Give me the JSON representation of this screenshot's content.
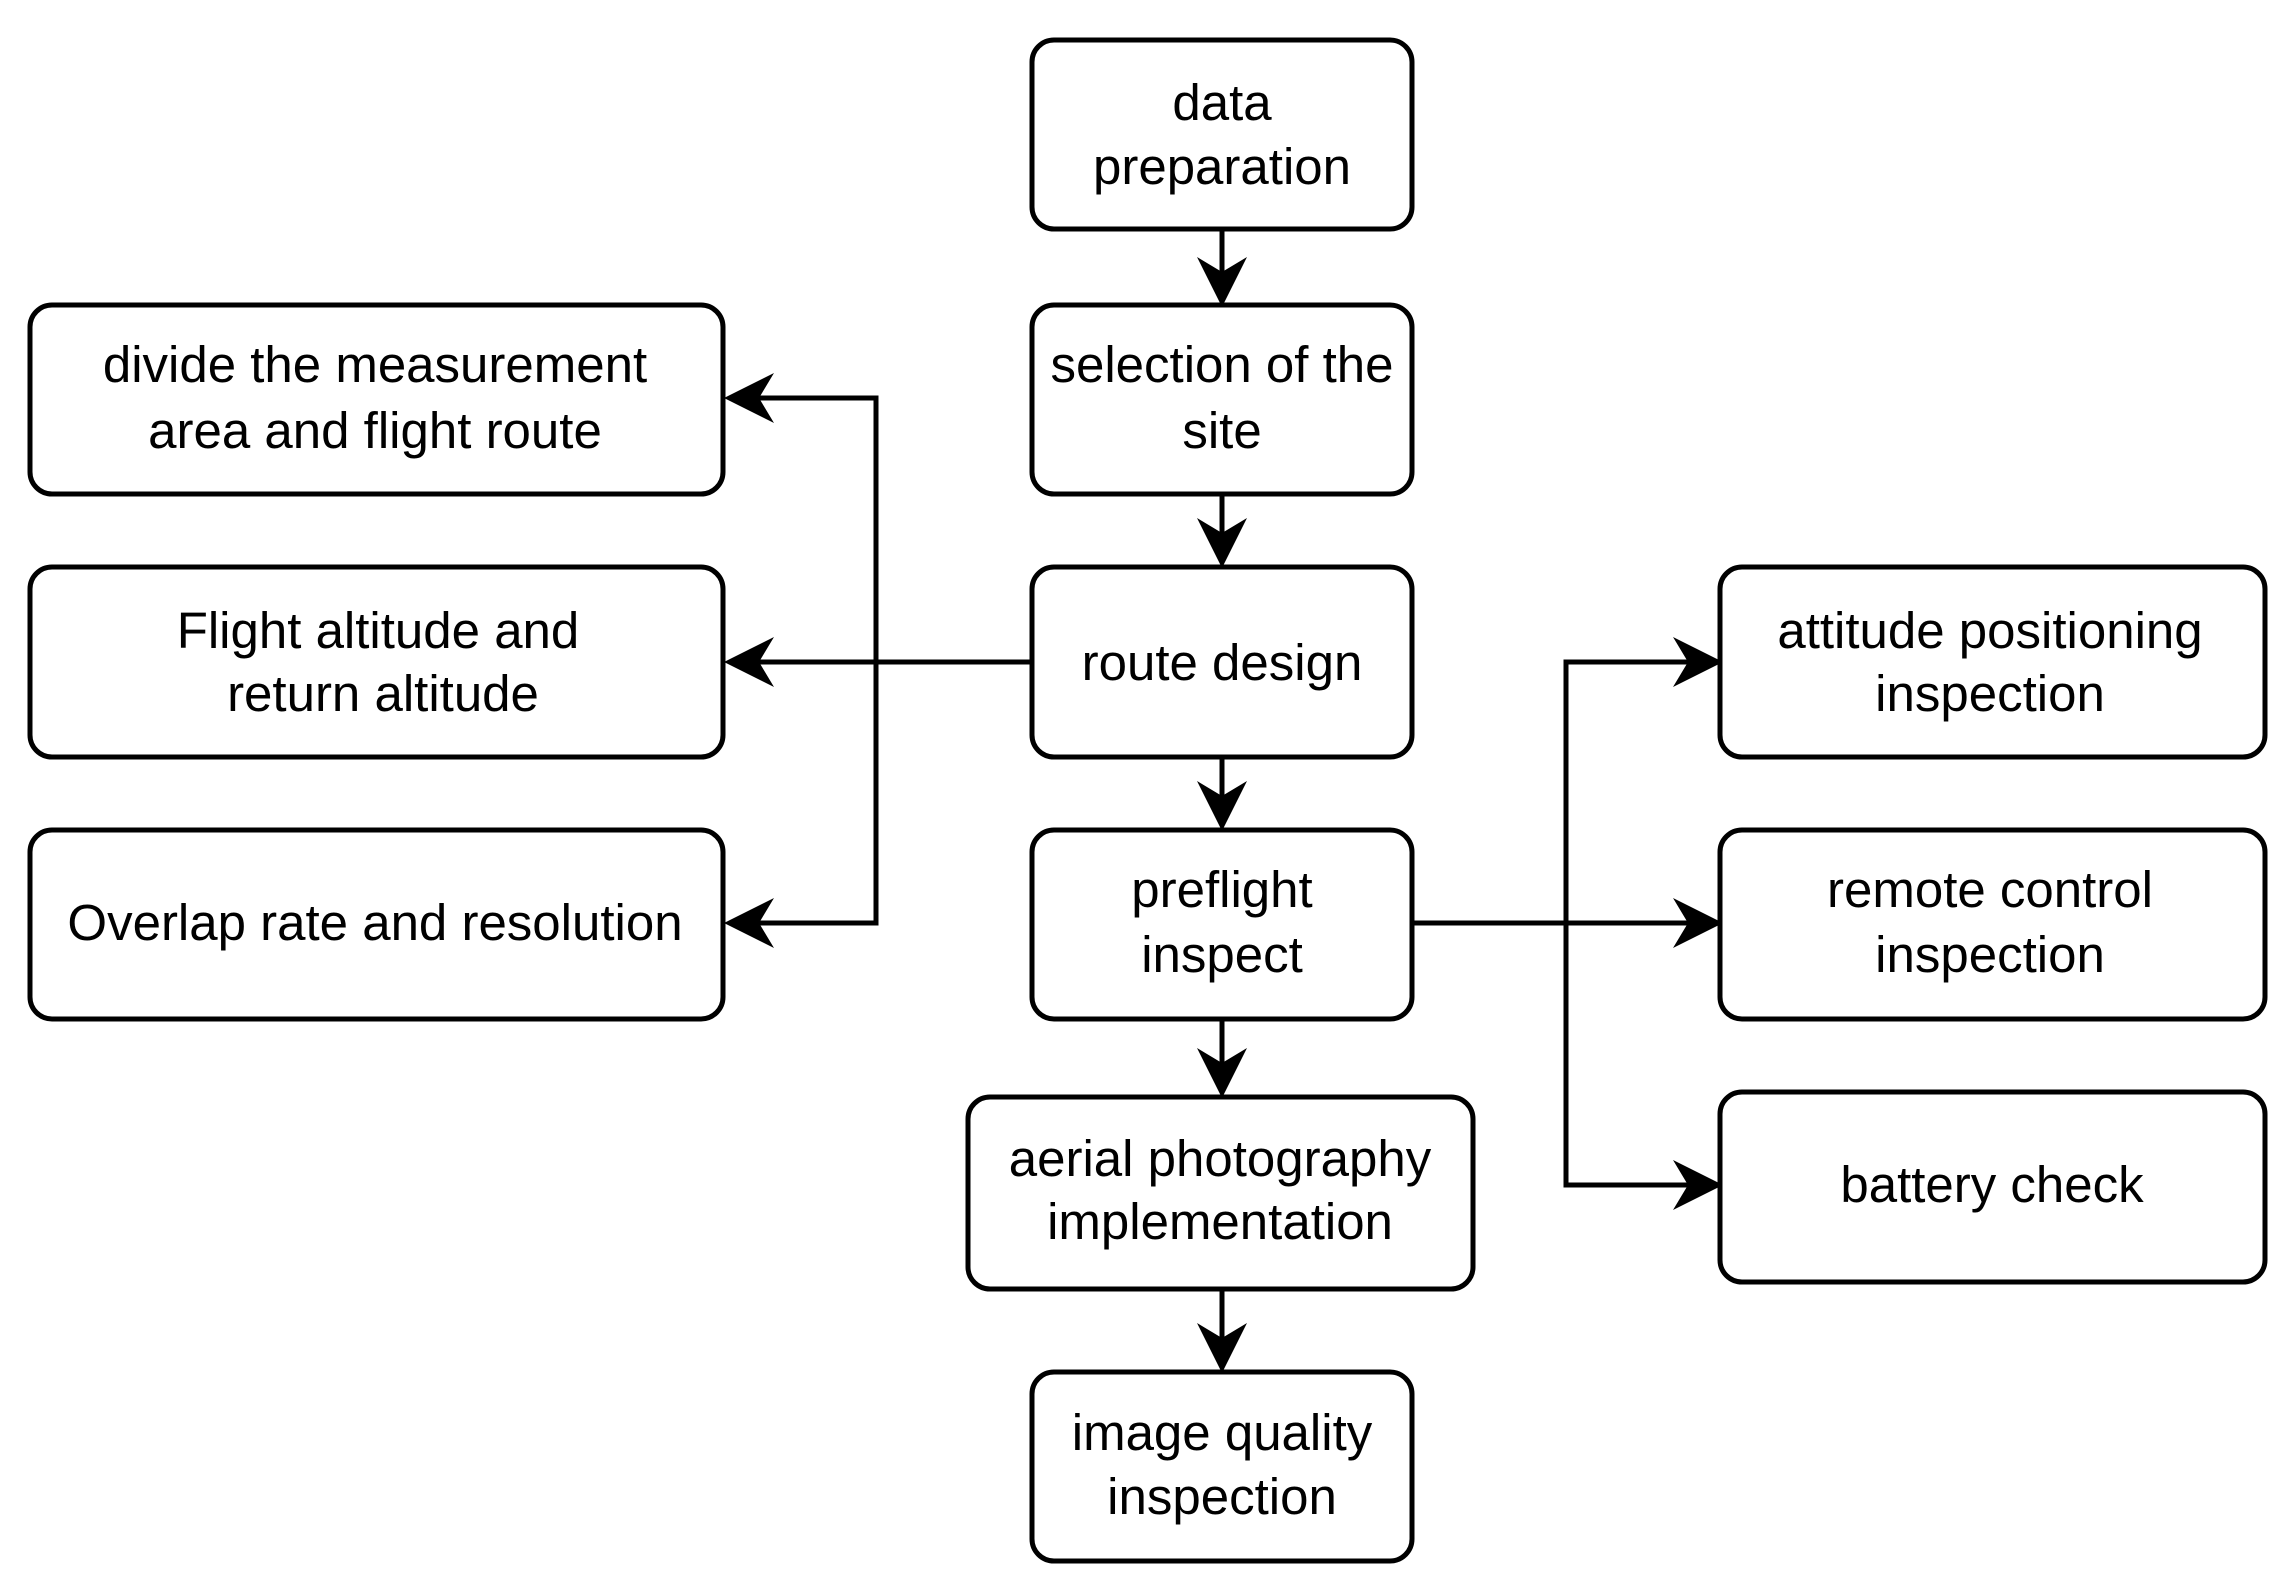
{
  "nodes": {
    "data_preparation": [
      "data",
      "preparation"
    ],
    "selection_of_site": [
      "selection of the",
      "site"
    ],
    "route_design": [
      "route design"
    ],
    "preflight_inspect": [
      "preflight",
      "inspect"
    ],
    "aerial_photography": [
      "aerial photography",
      "implementation"
    ],
    "image_quality": [
      "image quality",
      "inspection"
    ],
    "divide_area": [
      "divide the measurement",
      "area and flight route"
    ],
    "flight_altitude": [
      "Flight altitude and",
      "return altitude"
    ],
    "overlap_rate": [
      "Overlap rate and resolution"
    ],
    "attitude_positioning": [
      "attitude positioning",
      "inspection"
    ],
    "remote_control": [
      "remote control",
      "inspection"
    ],
    "battery_check": [
      "battery check"
    ]
  },
  "colors": {
    "stroke": "#000000",
    "fill": "#ffffff",
    "text": "#000000"
  }
}
